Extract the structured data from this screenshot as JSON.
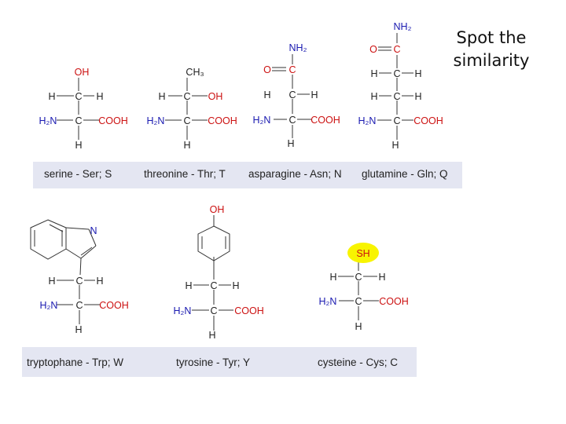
{
  "slide": {
    "title_line1": "Spot the",
    "title_line2": "similarity"
  },
  "colors": {
    "atom_blue": "#1a1ab0",
    "atom_red": "#cc1111",
    "atom_black": "#222222",
    "bond": "#333333",
    "band": "#e4e6f2",
    "highlight": "#f8f400"
  },
  "labels": {
    "serine": "serine - Ser; S",
    "threonine": "threonine - Thr; T",
    "asparagine": "asparagine - Asn; N",
    "glutamine": "glutamine - Gln; Q",
    "tryptophane": "tryptophane - Trp; W",
    "tyrosine": "tyrosine - Tyr; Y",
    "cysteine": "cysteine - Cys; C"
  },
  "atoms": {
    "H": "H",
    "C": "C",
    "N": "N",
    "OH": "OH",
    "O": "O",
    "SH": "SH",
    "H2N": "H₂N",
    "NH2": "NH₂",
    "CH3": "CH₃",
    "COOH": "COOH"
  }
}
